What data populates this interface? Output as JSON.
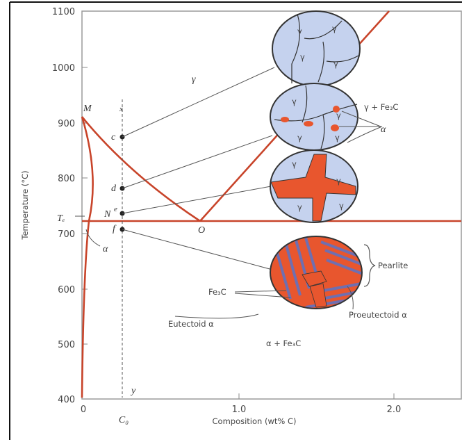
{
  "diagram": {
    "y_axis_title": "Temperature (°C)",
    "x_axis_title": "Composition (wt% C)",
    "y_ticks": [
      "1100",
      "1000",
      "900",
      "800",
      "700",
      "600",
      "500",
      "400"
    ],
    "x_ticks": [
      "0",
      "1.0",
      "2.0"
    ],
    "x_marker_label": "C₀",
    "point_labels": {
      "M": "M",
      "O": "O",
      "N": "N",
      "c": "c",
      "d": "d",
      "e": "e",
      "f": "f",
      "x": "x",
      "y": "y",
      "Te": "Tₑ",
      "alpha": "α",
      "gamma_region": "γ"
    },
    "annotations": {
      "gamma_fe3c": "γ + Fe₃C",
      "alpha_fe3c": "α + Fe₃C",
      "pearlite": "Pearlite",
      "fe3c": "Fe₃C",
      "eutectoid_alpha": "Eutectoid α",
      "proeutectoid_alpha": "Proeutectoid α",
      "grain_gamma": "γ",
      "grain_alpha": "α"
    },
    "colors": {
      "phase_line": "#c8442a",
      "grain_fill": "#c5d2ee",
      "ferrite": "#e8562e",
      "cementite": "#6f6fb0"
    }
  }
}
